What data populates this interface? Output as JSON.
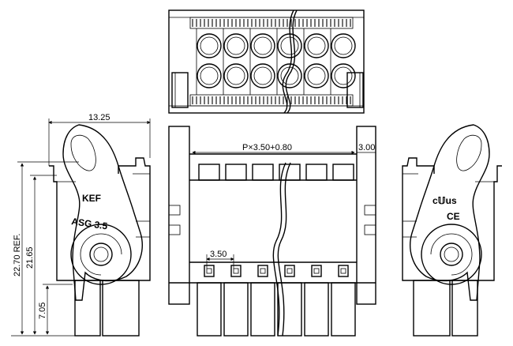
{
  "dimensions": {
    "width": "13.25",
    "pitch": "P×3.50+0.80",
    "end_offset": "3.00",
    "pin_pitch": "3.50",
    "height_ref": "22.70 REF.",
    "height_body": "21.65",
    "height_lower": "7.05"
  },
  "markings": {
    "left_line1": "KEF",
    "left_line2": "ASG 3.5",
    "right_line1": "c𝕌us",
    "right_line2": "CE"
  }
}
